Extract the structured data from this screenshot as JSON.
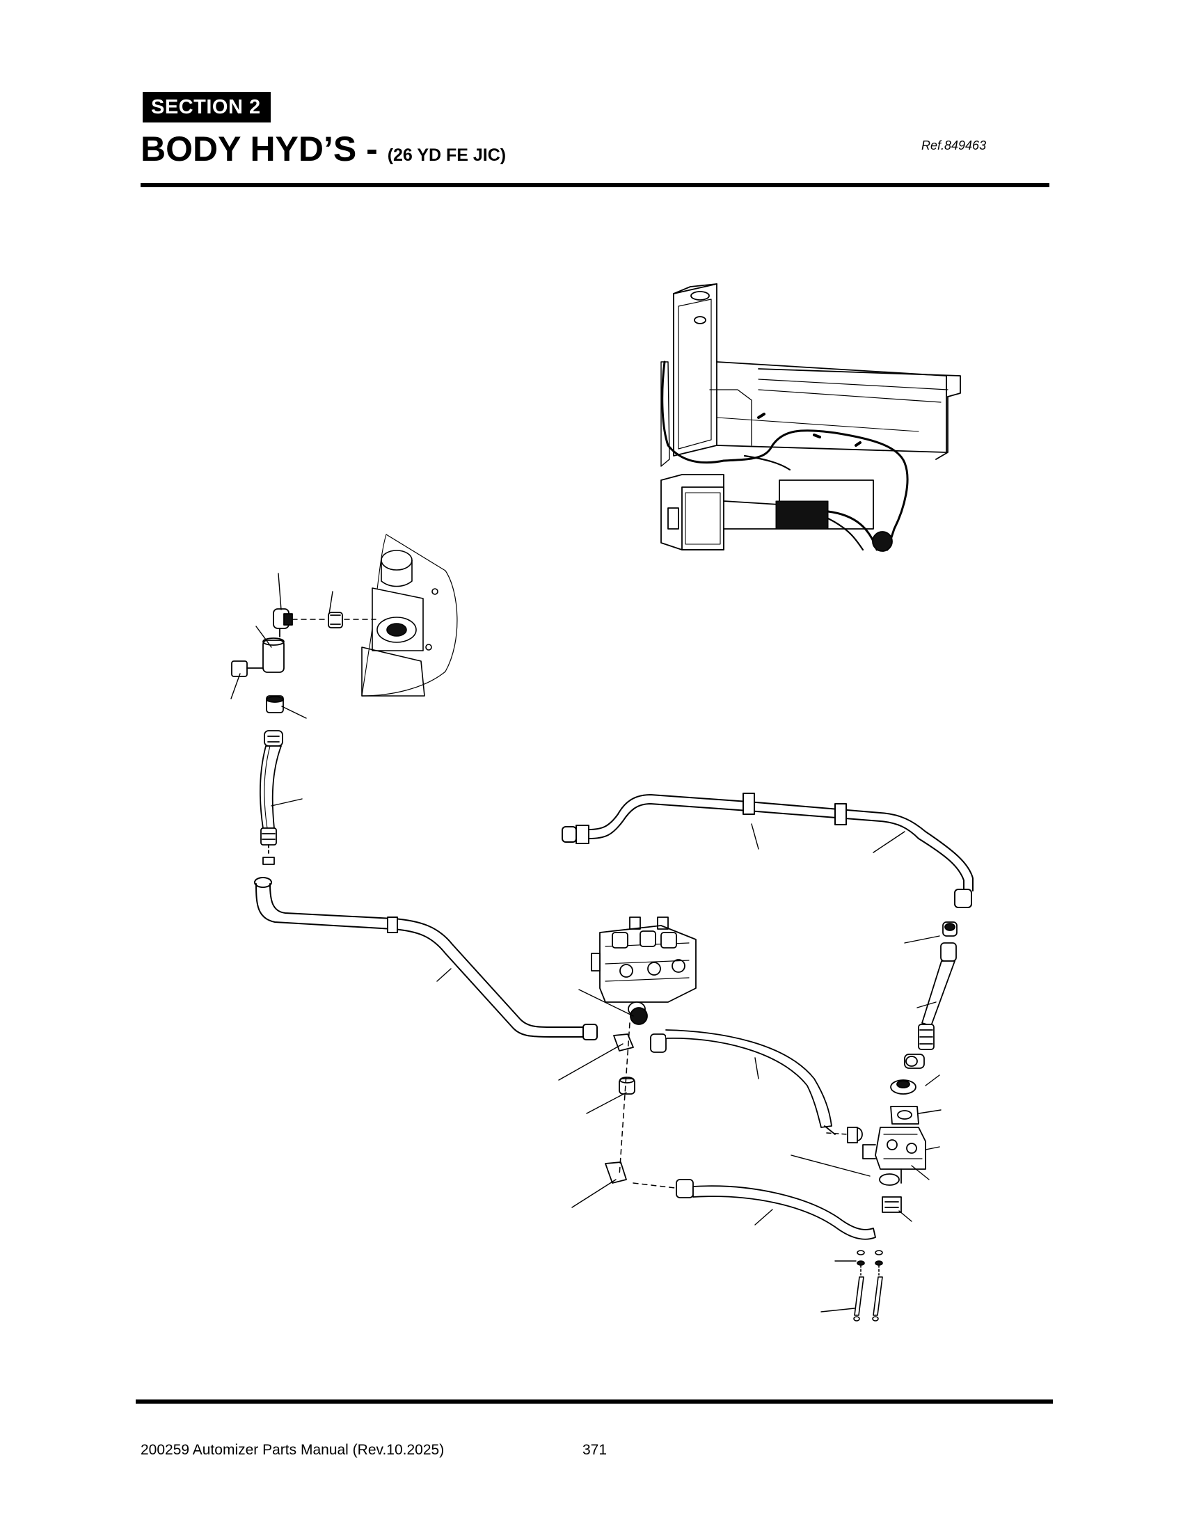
{
  "header": {
    "section_label": "SECTION 2",
    "title_main": "BODY HYD’S - ",
    "title_sub": "(26 YD FE JIC)",
    "reference": "Ref.849463"
  },
  "footer": {
    "manual": "200259 Automizer Parts Manual (Rev.10.2025)",
    "page_number": "371"
  },
  "colors": {
    "ink": "#000000",
    "badge_text": "#ffffff",
    "background": "#ffffff"
  }
}
